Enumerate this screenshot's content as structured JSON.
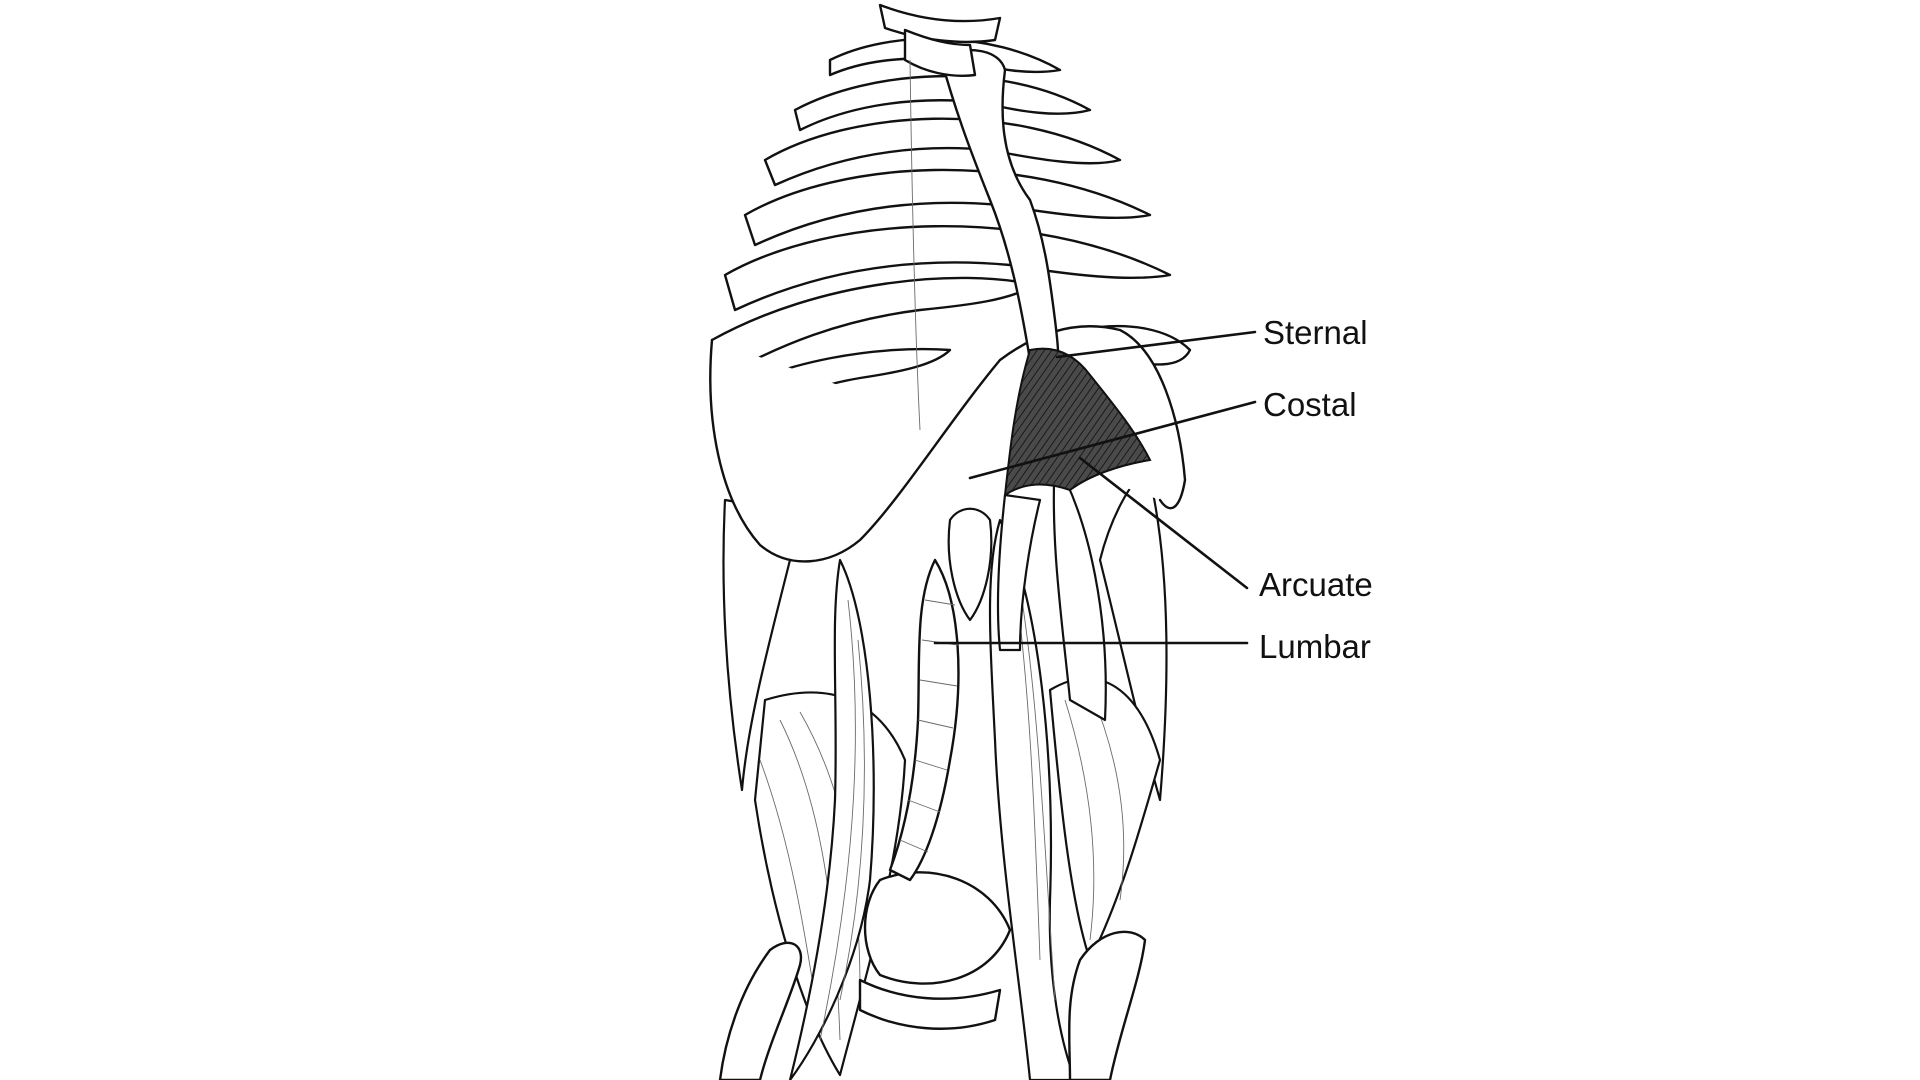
{
  "labels": {
    "sternal": "Sternal",
    "costal": "Costal",
    "arcuate": "Arcuate",
    "lumbar": "Lumbar"
  },
  "colors": {
    "background": "#ffffff",
    "line": "#111111",
    "diaphragm_shading": "#3a3a3a"
  }
}
